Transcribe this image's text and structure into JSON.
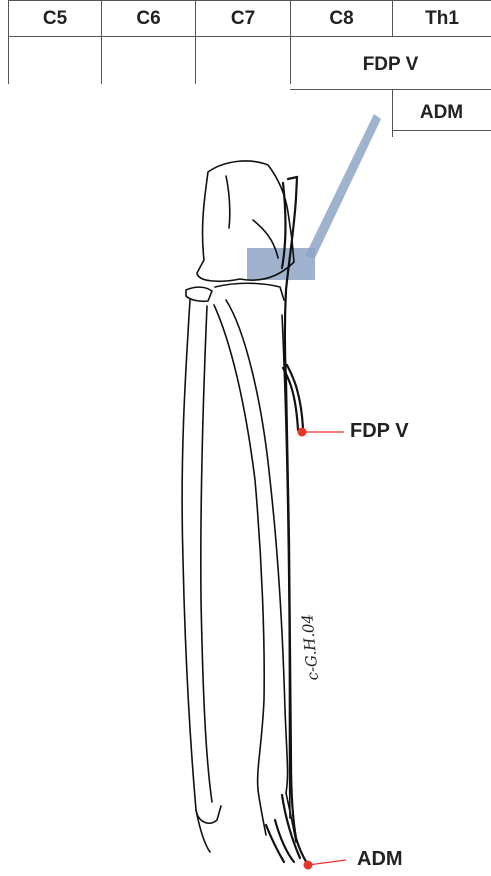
{
  "segment_table": {
    "headers": [
      "C5",
      "C6",
      "C7",
      "C8",
      "Th1"
    ],
    "rows": [
      {
        "muscle": "FDP V",
        "segments": [
          "C8",
          "Th1"
        ]
      },
      {
        "muscle": "ADM",
        "segments": [
          "Th1"
        ]
      }
    ]
  },
  "figure_labels": {
    "fdp_v": "FDP V",
    "adm": "ADM",
    "signature": "c-G.H.04"
  },
  "colors": {
    "highlight": "#8ea4c6",
    "electrode": "#e8322a",
    "grid": "#555555"
  }
}
